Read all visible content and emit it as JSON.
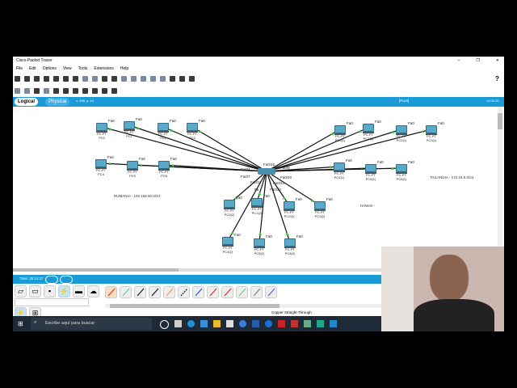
{
  "window": {
    "title": "Cisco Packet Tracer",
    "controls": [
      "–",
      "❐",
      "✕"
    ]
  },
  "menu": [
    "File",
    "Edit",
    "Options",
    "View",
    "Tools",
    "Extensions",
    "Help"
  ],
  "help_label": "?",
  "tabs": {
    "logical": "Logical",
    "physical": "Physical",
    "coords": "x: 495, y: 44",
    "root": "[Root]",
    "clock": "12:02:30"
  },
  "networks": {
    "rumania": "RUMANIA - 192.168.50.0/24",
    "tailandia": "TAILANDIA - 172.16.8.0/24",
    "hawaii": "HAWAII -"
  },
  "pcs": [
    {
      "type": "PC-PT",
      "name": "PC0"
    },
    {
      "type": "PC-PT",
      "name": "PC1"
    },
    {
      "type": "PC-PT",
      "name": "PC2"
    },
    {
      "type": "PC-PT",
      "name": "PC3"
    },
    {
      "type": "PC-PT",
      "name": "PC4"
    },
    {
      "type": "PC-PT",
      "name": "PC5"
    },
    {
      "type": "PC-PT",
      "name": "PC6"
    },
    {
      "type": "PC-PT",
      "name": "PC0(1)"
    },
    {
      "type": "PC-PT",
      "name": "PC1(1)"
    },
    {
      "type": "PC-PT",
      "name": "PC2(1)"
    },
    {
      "type": "PC-PT",
      "name": "PC3(1)"
    },
    {
      "type": "PC-PT",
      "name": "PC4(1)"
    },
    {
      "type": "PC-PT",
      "name": "PC5(1)"
    },
    {
      "type": "PC-PT",
      "name": "PC6(1)"
    },
    {
      "type": "PC-PT",
      "name": "PC0(2)"
    },
    {
      "type": "PC-PT",
      "name": "PC1(2)"
    },
    {
      "type": "PC-PT",
      "name": "PC2(2)"
    },
    {
      "type": "PC-PT",
      "name": "PC3(2)"
    },
    {
      "type": "PC-PT",
      "name": "PC4(2)"
    },
    {
      "type": "PC-PT",
      "name": "PC5(2)"
    },
    {
      "type": "PC-PT",
      "name": "PC6(2)"
    }
  ],
  "pc_port": "Fa0",
  "switch_ports": [
    "Fa0/4",
    "Fa0/7",
    "Fa0/15",
    "Fa0/9",
    "Fa0/20",
    "Fa0/17",
    "Fa0/23",
    "Fa0/22",
    "Fa"
  ],
  "bottom": {
    "time": "Time: 25:11:37",
    "cable_selected": "Copper Straight-Through",
    "search_placeholder": "Escribe aquí para buscar"
  },
  "cables": [
    "#e33",
    "#5cc",
    "#222",
    "#222",
    "#e9a050",
    "#222",
    "#2a5fd0",
    "#d33",
    "#d33",
    "#7c7",
    "#886",
    "#75c"
  ],
  "colors": {
    "accent": "#1a9ad6",
    "link_dot": "#3c3"
  }
}
